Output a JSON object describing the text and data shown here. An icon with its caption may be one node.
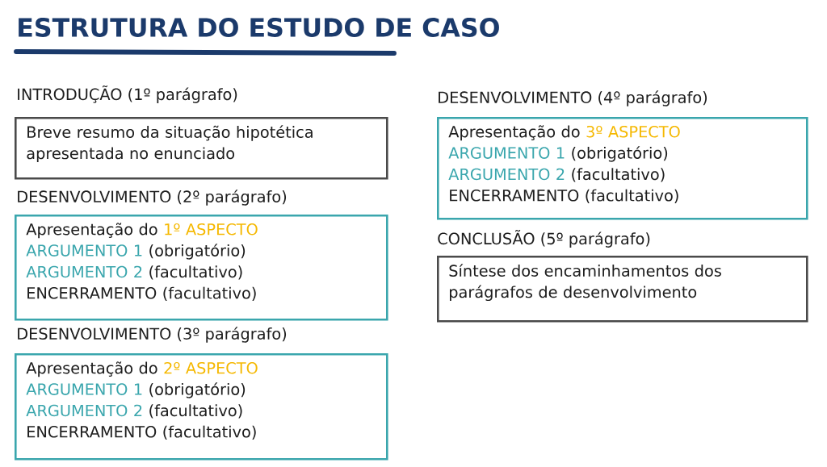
{
  "diagram": {
    "title": "ESTRUTURA DO ESTUDO DE CASO",
    "nodes": [
      {
        "text": [
          "INTRODUÇÃO (1º parágrafo)",
          "Breve resumo da situação hipotética apresentada no enunciado"
        ]
      },
      {
        "text": [
          "DESENVOLVIMENTO (2º parágrafo)",
          "Apresentação do",
          "1º ASPECTO",
          "ARGUMENTO 1",
          "(obrigatório)",
          "ARGUMENTO 2",
          "(facultativo)",
          "ENCERRAMENTO (facultativo)"
        ]
      },
      {
        "text": [
          "DESENVOLVIMENTO (3º parágrafo)",
          "Apresentação do",
          "2º ASPECTO",
          "ARGUMENTO 1",
          "(obrigatório)",
          "ARGUMENTO 2",
          "(facultativo)",
          "ENCERRAMENTO (facultativo)"
        ]
      },
      {
        "text": [
          "DESENVOLVIMENTO (4º parágrafo)",
          "Apresentação do",
          "3º ASPECTO",
          "ARGUMENTO 1",
          "(obrigatório)",
          "ARGUMENTO 2",
          "(facultativo)",
          "ENCERRAMENTO (facultativo)"
        ]
      },
      {
        "text": [
          "CONCLUSÃO (5º parágrafo)",
          "Síntese dos encaminhamentos dos parágrafos de desenvolvimento"
        ]
      }
    ]
  }
}
